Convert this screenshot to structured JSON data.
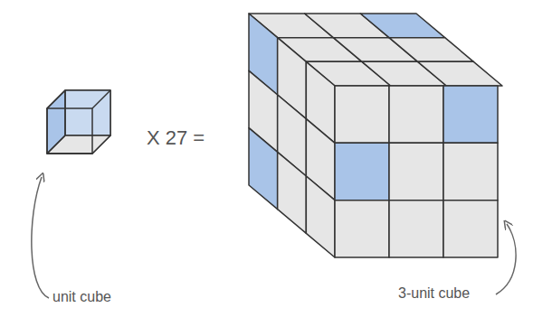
{
  "diagram": {
    "labels": [
      "X 27 =",
      "unit cube",
      "3-unit cube"
    ]
  }
}
